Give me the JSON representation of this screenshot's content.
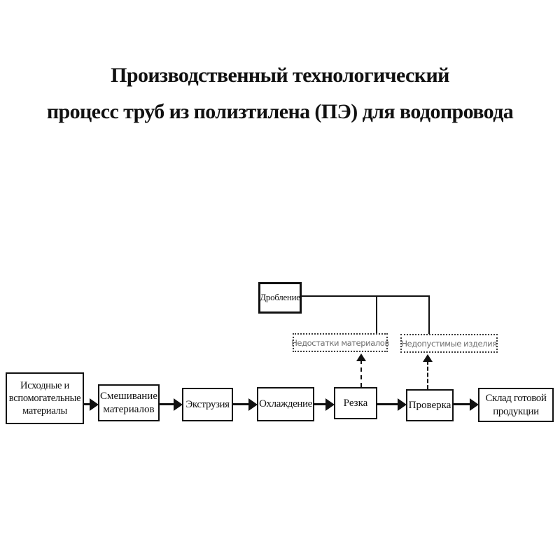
{
  "title": {
    "line1": "Производственный технологический",
    "line2": "процесс труб из полизтилена (ПЭ) для водопровода"
  },
  "flow": {
    "steps": [
      {
        "id": "raw-materials",
        "label": "Исходные и вспомогательные материалы"
      },
      {
        "id": "mixing",
        "label": "Смешивание материалов"
      },
      {
        "id": "extrusion",
        "label": "Экструзия"
      },
      {
        "id": "cooling",
        "label": "Охлаждение"
      },
      {
        "id": "cutting",
        "label": "Резка"
      },
      {
        "id": "inspection",
        "label": "Проверка"
      },
      {
        "id": "warehouse",
        "label": "Склад готовой продукции"
      }
    ],
    "recycle": {
      "label": "Дробление"
    },
    "rejects": [
      {
        "id": "material-defects",
        "label": "Недостатки материалов"
      },
      {
        "id": "unacceptable-products",
        "label": "Недопустимые изделия"
      }
    ]
  },
  "colors": {
    "ink": "#111111",
    "background": "#ffffff",
    "reject_text": "#6e6e6e",
    "reject_border": "#3c3c3c"
  }
}
